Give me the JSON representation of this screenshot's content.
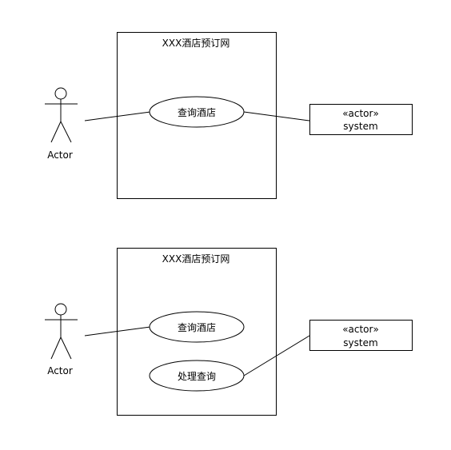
{
  "diagrams": [
    {
      "system_title": "XXX酒店预订网",
      "actor_label": "Actor",
      "use_cases": [
        "查询酒店"
      ],
      "external_actor": {
        "stereotype": "«actor»",
        "name": "system"
      }
    },
    {
      "system_title": "XXX酒店预订网",
      "actor_label": "Actor",
      "use_cases": [
        "查询酒店",
        "处理查询"
      ],
      "external_actor": {
        "stereotype": "«actor»",
        "name": "system"
      }
    }
  ]
}
